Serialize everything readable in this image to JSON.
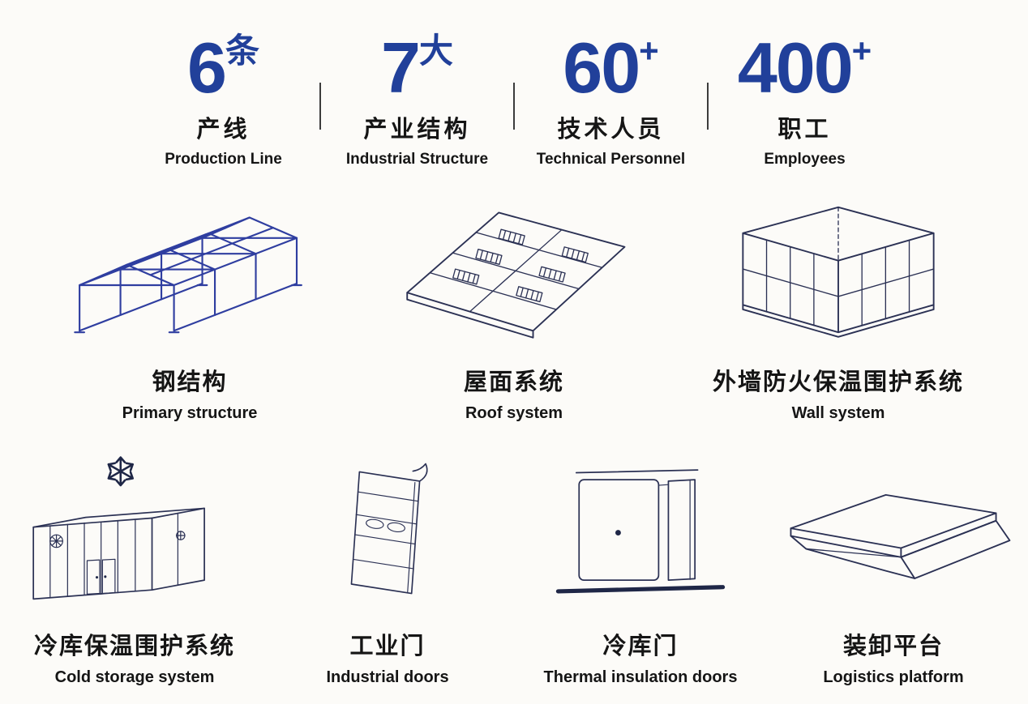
{
  "stats": [
    {
      "number": "6",
      "suffix": "条",
      "label_cn": "产线",
      "label_en": "Production Line"
    },
    {
      "number": "7",
      "suffix": "大",
      "label_cn": "产业结构",
      "label_en": "Industrial Structure"
    },
    {
      "number": "60",
      "suffix": "+",
      "label_cn": "技术人员",
      "label_en": "Technical Personnel"
    },
    {
      "number": "400",
      "suffix": "+",
      "label_cn": "职工",
      "label_en": "Employees"
    }
  ],
  "products_row1": [
    {
      "icon": "steel-structure-icon",
      "label_cn": "钢结构",
      "label_en": "Primary structure"
    },
    {
      "icon": "roof-system-icon",
      "label_cn": "屋面系统",
      "label_en": "Roof system"
    },
    {
      "icon": "wall-system-icon",
      "label_cn": "外墙防火保温围护系统",
      "label_en": "Wall system"
    }
  ],
  "products_row2": [
    {
      "icon": "cold-storage-icon",
      "label_cn": "冷库保温围护系统",
      "label_en": "Cold storage system"
    },
    {
      "icon": "industrial-door-icon",
      "label_cn": "工业门",
      "label_en": "Industrial doors"
    },
    {
      "icon": "insulation-door-icon",
      "label_cn": "冷库门",
      "label_en": "Thermal insulation doors"
    },
    {
      "icon": "loading-platform-icon",
      "label_cn": "装卸平台",
      "label_en": "Logistics platform"
    }
  ],
  "colors": {
    "accent_blue": "#21409a",
    "steel_blue": "#2f3ea0",
    "line_dark": "#2b3154",
    "text_dark": "#151515",
    "background": "#fcfbf8"
  }
}
